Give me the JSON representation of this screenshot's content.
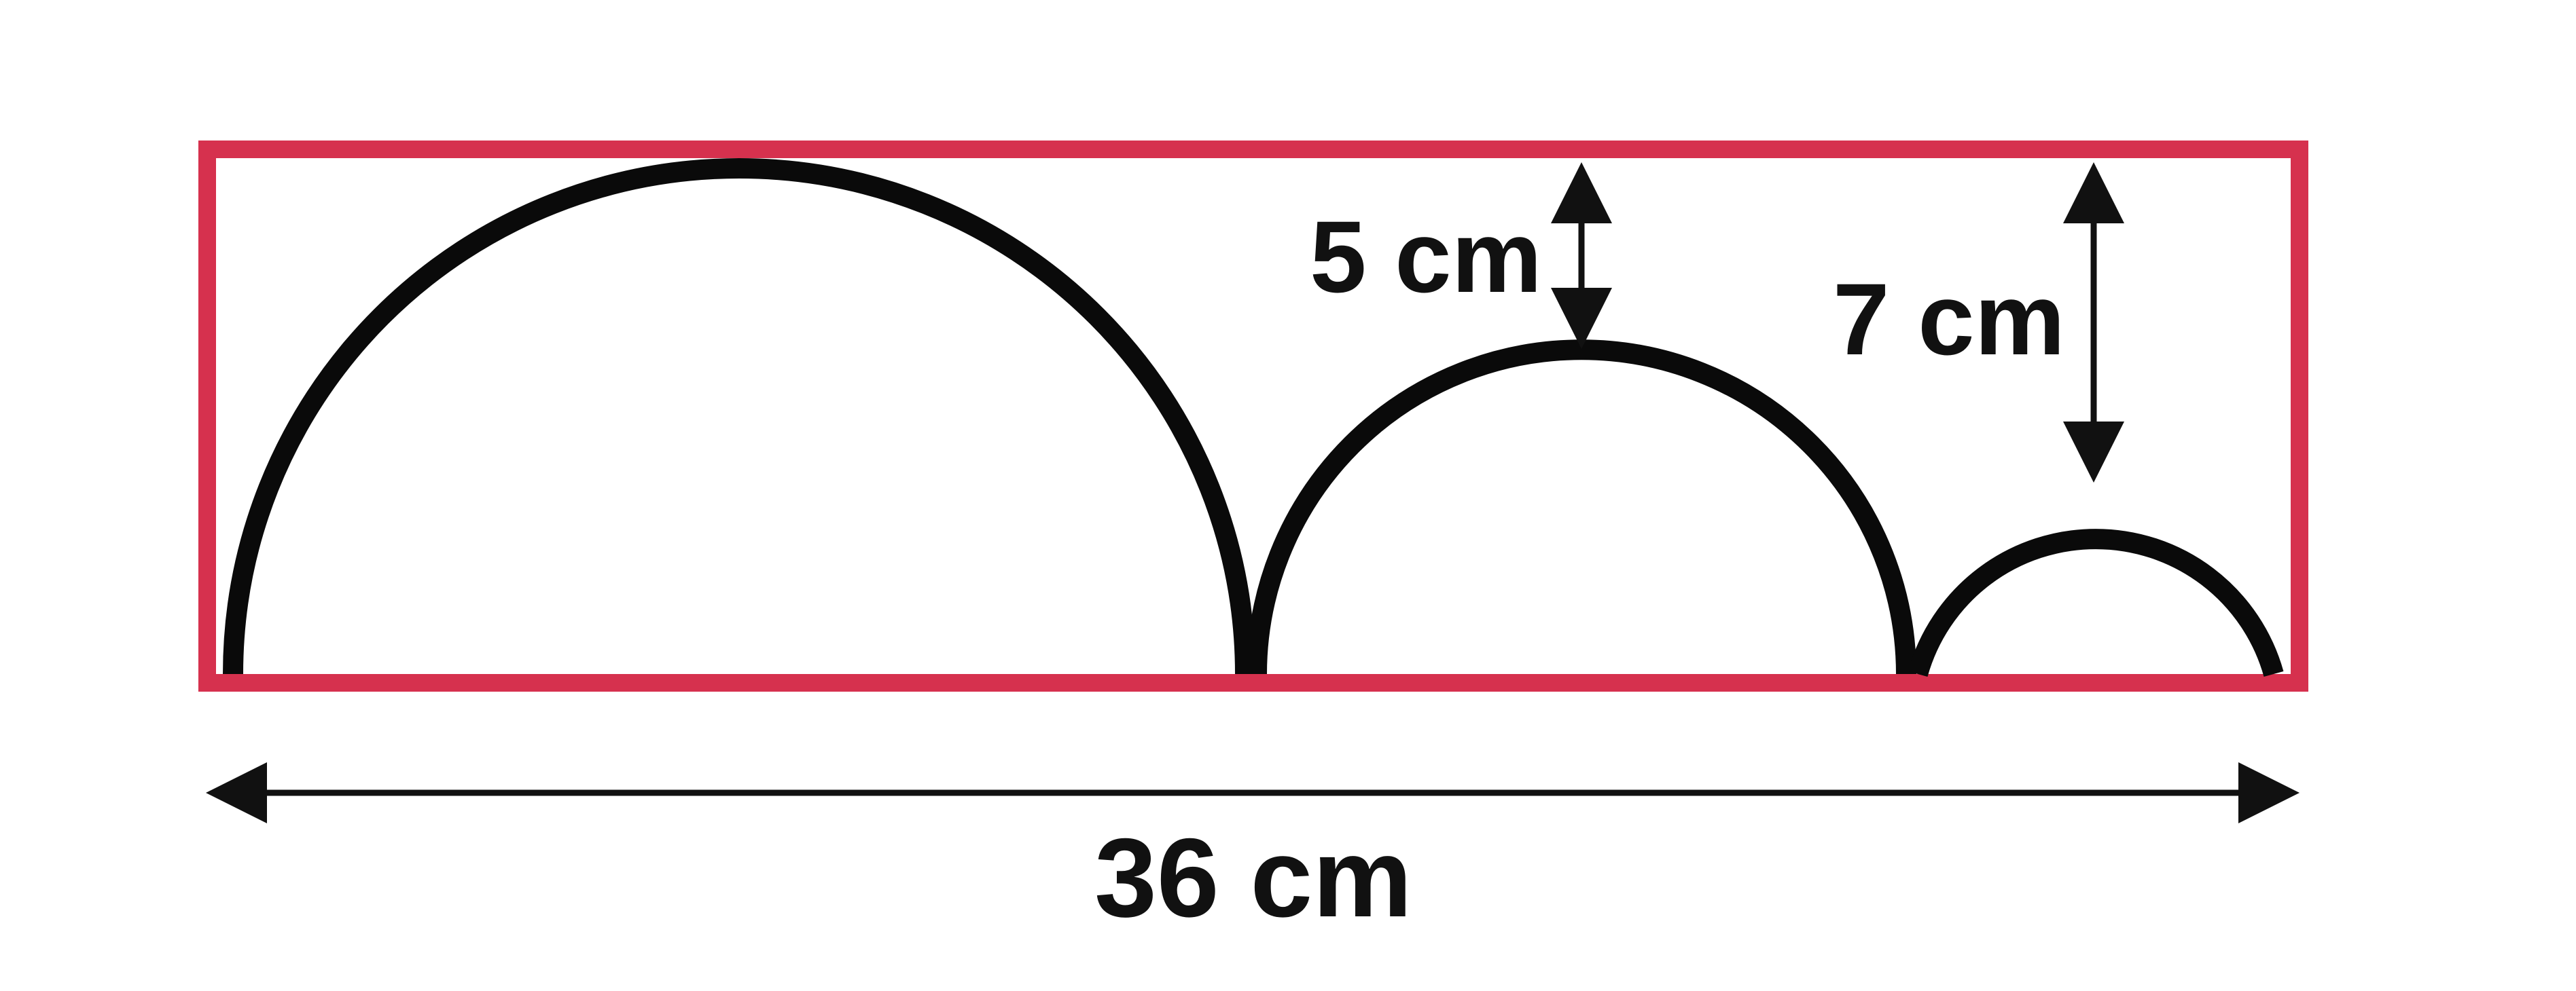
{
  "labels": {
    "gap_middle": "5 cm",
    "gap_right": "7 cm",
    "total_width": "36 cm"
  },
  "colors": {
    "rectangle_stroke": "#d6314e",
    "arc_stroke": "#0a0a0a",
    "arrow_stroke": "#111111",
    "background": "#ffffff"
  }
}
